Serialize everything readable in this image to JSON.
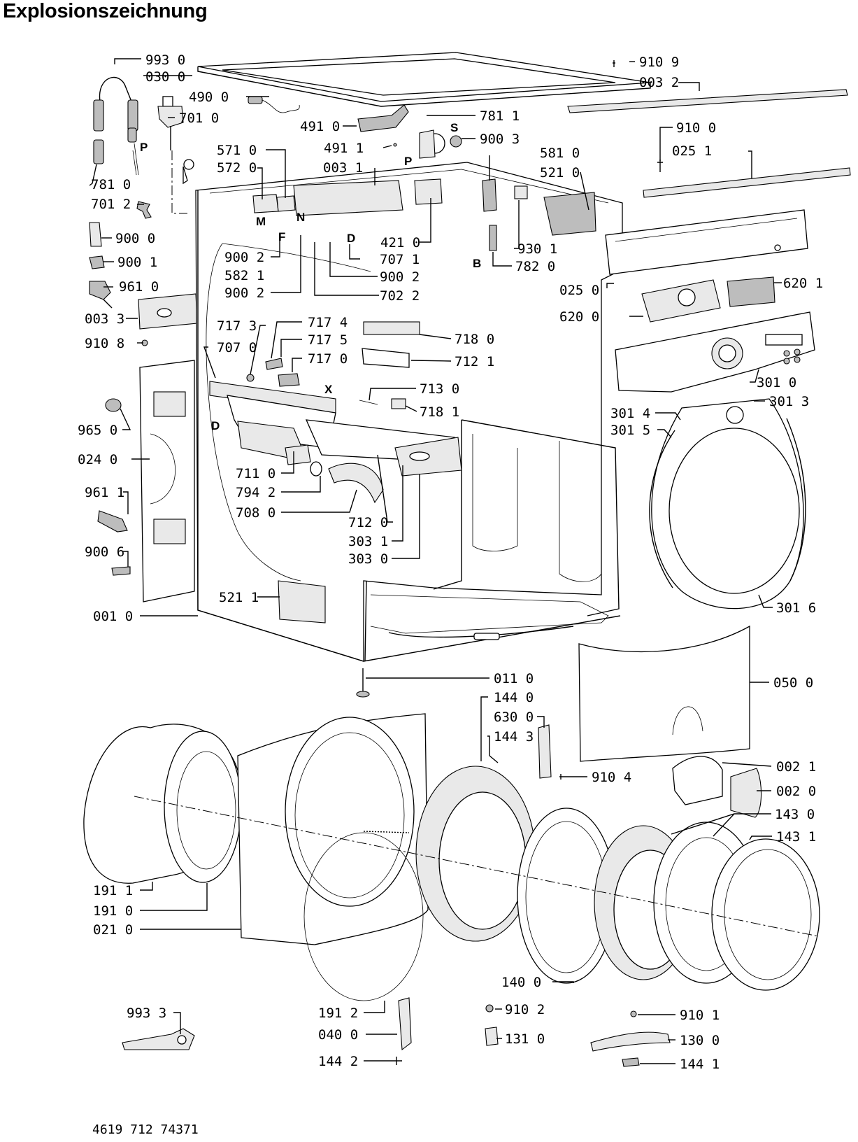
{
  "title": "Explosionszeichnung",
  "document_number": "4619 712 74371",
  "letter_marks": [
    "P",
    "S",
    "P",
    "M",
    "F",
    "N",
    "D",
    "B",
    "X",
    "D"
  ],
  "parts": [
    {
      "label": "993 0"
    },
    {
      "label": "030 0"
    },
    {
      "label": "490 0"
    },
    {
      "label": "701 0"
    },
    {
      "label": "781 0"
    },
    {
      "label": "701 2"
    },
    {
      "label": "900 0"
    },
    {
      "label": "900 1"
    },
    {
      "label": "961 0"
    },
    {
      "label": "003 3"
    },
    {
      "label": "910 8"
    },
    {
      "label": "491 0"
    },
    {
      "label": "491 1"
    },
    {
      "label": "781 1"
    },
    {
      "label": "900 3"
    },
    {
      "label": "571 0"
    },
    {
      "label": "572 0"
    },
    {
      "label": "003 1"
    },
    {
      "label": "581 0"
    },
    {
      "label": "521 0"
    },
    {
      "label": "910 9"
    },
    {
      "label": "003 2"
    },
    {
      "label": "910 0"
    },
    {
      "label": "025 1"
    },
    {
      "label": "421 0"
    },
    {
      "label": "707 1"
    },
    {
      "label": "900 2"
    },
    {
      "label": "582 1"
    },
    {
      "label": "900 2"
    },
    {
      "label": "900 2"
    },
    {
      "label": "702 2"
    },
    {
      "label": "930 1"
    },
    {
      "label": "782 0"
    },
    {
      "label": "025 0"
    },
    {
      "label": "620 0"
    },
    {
      "label": "620 1"
    },
    {
      "label": "717 3"
    },
    {
      "label": "717 4"
    },
    {
      "label": "707 0"
    },
    {
      "label": "717 5"
    },
    {
      "label": "717 0"
    },
    {
      "label": "718 0"
    },
    {
      "label": "712 1"
    },
    {
      "label": "713 0"
    },
    {
      "label": "718 1"
    },
    {
      "label": "301 0"
    },
    {
      "label": "301 3"
    },
    {
      "label": "301 4"
    },
    {
      "label": "301 5"
    },
    {
      "label": "965 0"
    },
    {
      "label": "024 0"
    },
    {
      "label": "711 0"
    },
    {
      "label": "794 2"
    },
    {
      "label": "708 0"
    },
    {
      "label": "961 1"
    },
    {
      "label": "712 0"
    },
    {
      "label": "303 1"
    },
    {
      "label": "303 0"
    },
    {
      "label": "900 6"
    },
    {
      "label": "521 1"
    },
    {
      "label": "001 0"
    },
    {
      "label": "301 6"
    },
    {
      "label": "011 0"
    },
    {
      "label": "144 0"
    },
    {
      "label": "050 0"
    },
    {
      "label": "630 0"
    },
    {
      "label": "144 3"
    },
    {
      "label": "910 4"
    },
    {
      "label": "002 1"
    },
    {
      "label": "002 0"
    },
    {
      "label": "143 0"
    },
    {
      "label": "143 1"
    },
    {
      "label": "191 1"
    },
    {
      "label": "191 0"
    },
    {
      "label": "021 0"
    },
    {
      "label": "140 0"
    },
    {
      "label": "993 3"
    },
    {
      "label": "191 2"
    },
    {
      "label": "910 2"
    },
    {
      "label": "910 1"
    },
    {
      "label": "040 0"
    },
    {
      "label": "131 0"
    },
    {
      "label": "130 0"
    },
    {
      "label": "144 2"
    },
    {
      "label": "144 1"
    }
  ]
}
